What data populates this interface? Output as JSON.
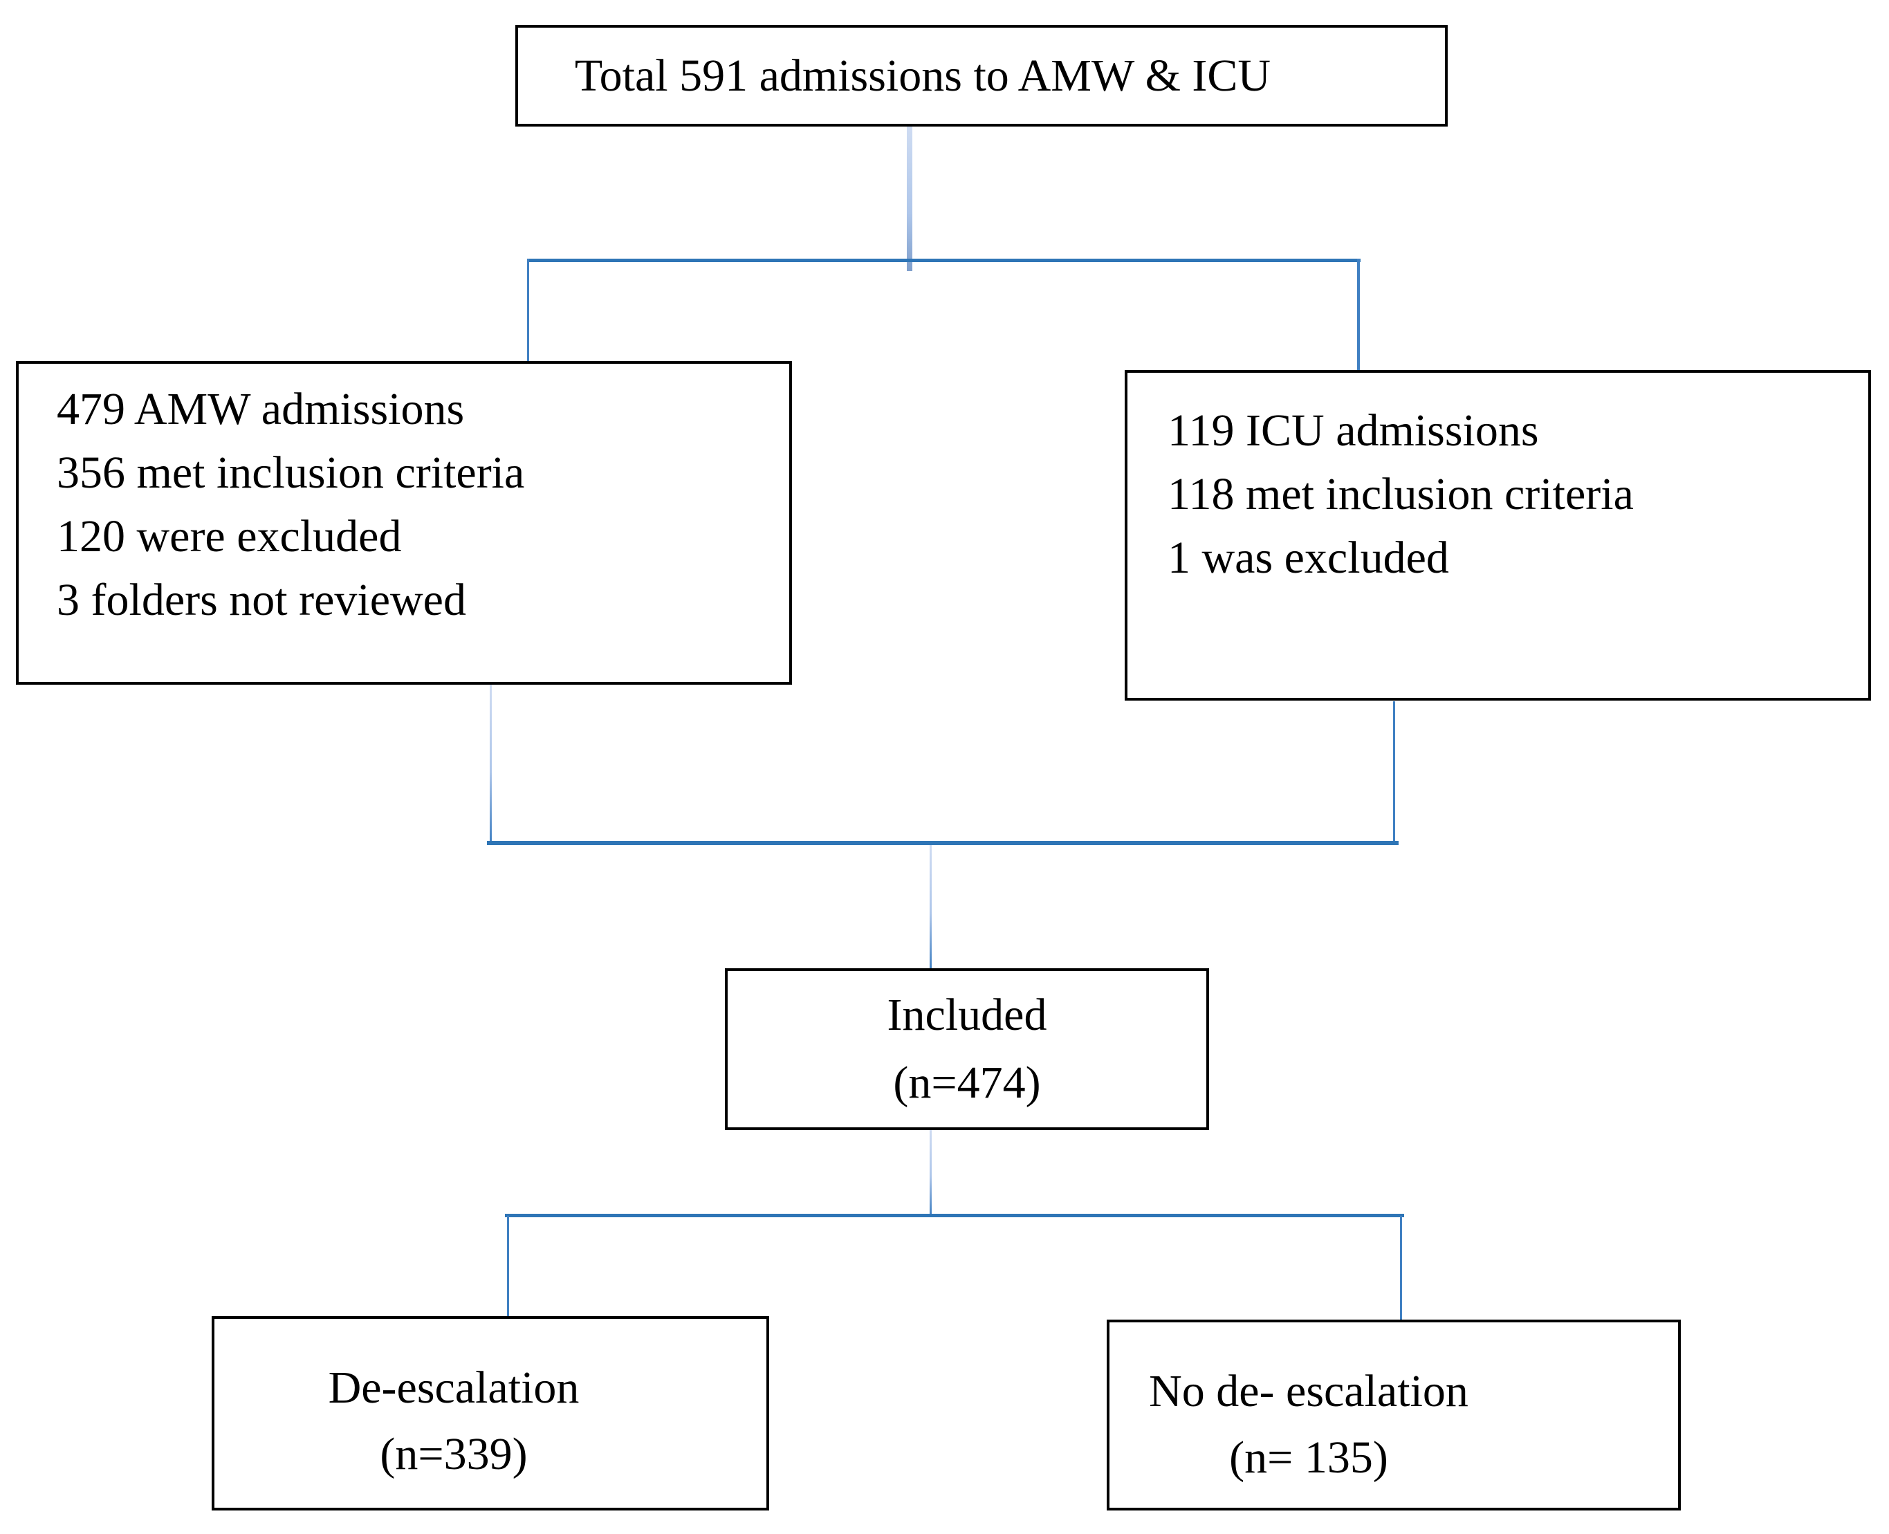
{
  "diagram": {
    "total_box": {
      "text": "Total 591 admissions to AMW & ICU"
    },
    "amw_box": {
      "lines": [
        "479 AMW admissions",
        "356 met inclusion criteria",
        "120 were excluded",
        "3 folders not reviewed"
      ]
    },
    "icu_box": {
      "lines": [
        "119 ICU admissions",
        "118 met inclusion criteria",
        "1 was excluded"
      ]
    },
    "included_box": {
      "lines": [
        "Included",
        "(n=474)"
      ]
    },
    "deescalation_box": {
      "lines": [
        "De-escalation",
        "(n=339)"
      ]
    },
    "no_deescalation_box": {
      "lines": [
        "No de- escalation",
        "(n= 135)"
      ]
    },
    "colors": {
      "background": "#ffffff",
      "box_border": "#000000",
      "text": "#000000",
      "connector_strong": "#2e75b6",
      "connector_medium": "#4080c2",
      "connector_light": "#aec6ea",
      "connector_pale": "#cfdcf2"
    }
  }
}
